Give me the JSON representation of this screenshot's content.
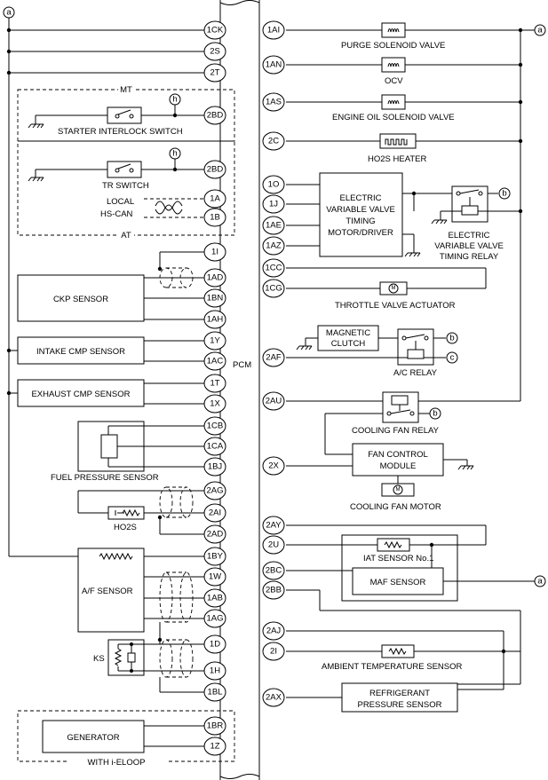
{
  "pcm_label": "PCM",
  "connector_refs": [
    "a",
    "b",
    "c",
    "h"
  ],
  "left_pins": [
    "1CK",
    "2S",
    "2T",
    "2BD",
    "2BD",
    "1A",
    "1B",
    "1I",
    "1AD",
    "1BN",
    "1AH",
    "1Y",
    "1AC",
    "1T",
    "1X",
    "1CB",
    "1CA",
    "1BJ",
    "2AG",
    "2AI",
    "2AD",
    "1BY",
    "1W",
    "1AB",
    "1AG",
    "1D",
    "1H",
    "1BL",
    "1BR",
    "1Z"
  ],
  "right_pins": [
    "1AI",
    "1AN",
    "1AS",
    "2C",
    "1O",
    "1J",
    "1AE",
    "1AZ",
    "1CC",
    "1CG",
    "2AF",
    "2AU",
    "2X",
    "2AY",
    "2U",
    "2BC",
    "2BB",
    "2AJ",
    "2I",
    "2AX"
  ],
  "group_labels": {
    "mt": "MT",
    "at": "AT",
    "with_iloop": "WITH i-ELOOP"
  },
  "left_components": {
    "starter_interlock": "STARTER INTERLOCK SWITCH",
    "tr_switch": "TR SWITCH",
    "local_hscan": [
      "LOCAL",
      "HS-CAN"
    ],
    "ckp": "CKP SENSOR",
    "intake_cmp": "INTAKE CMP SENSOR",
    "exhaust_cmp": "EXHAUST CMP SENSOR",
    "fuel_pressure": "FUEL PRESSURE SENSOR",
    "ho2s": "HO2S",
    "af": "A/F SENSOR",
    "ks": "KS",
    "generator": "GENERATOR"
  },
  "right_components": {
    "purge": "PURGE SOLENOID VALVE",
    "ocv": "OCV",
    "oil_solenoid": "ENGINE OIL SOLENOID VALVE",
    "ho2s_heater": "HO2S HEATER",
    "evvt_motor": [
      "ELECTRIC",
      "VARIABLE VALVE",
      "TIMING",
      "MOTOR/DRIVER"
    ],
    "evvt_relay": [
      "ELECTRIC",
      "VARIABLE VALVE",
      "TIMING RELAY"
    ],
    "throttle": "THROTTLE VALVE ACTUATOR",
    "magnetic_clutch": [
      "MAGNETIC",
      "CLUTCH"
    ],
    "ac_relay": "A/C RELAY",
    "cooling_fan_relay": "COOLING FAN RELAY",
    "fan_control": [
      "FAN CONTROL",
      "MODULE"
    ],
    "cooling_fan_motor": "COOLING FAN MOTOR",
    "iat": "IAT SENSOR No.1",
    "maf": "MAF SENSOR",
    "ambient": "AMBIENT TEMPERATURE SENSOR",
    "refrigerant": [
      "REFRIGERANT",
      "PRESSURE SENSOR"
    ]
  }
}
